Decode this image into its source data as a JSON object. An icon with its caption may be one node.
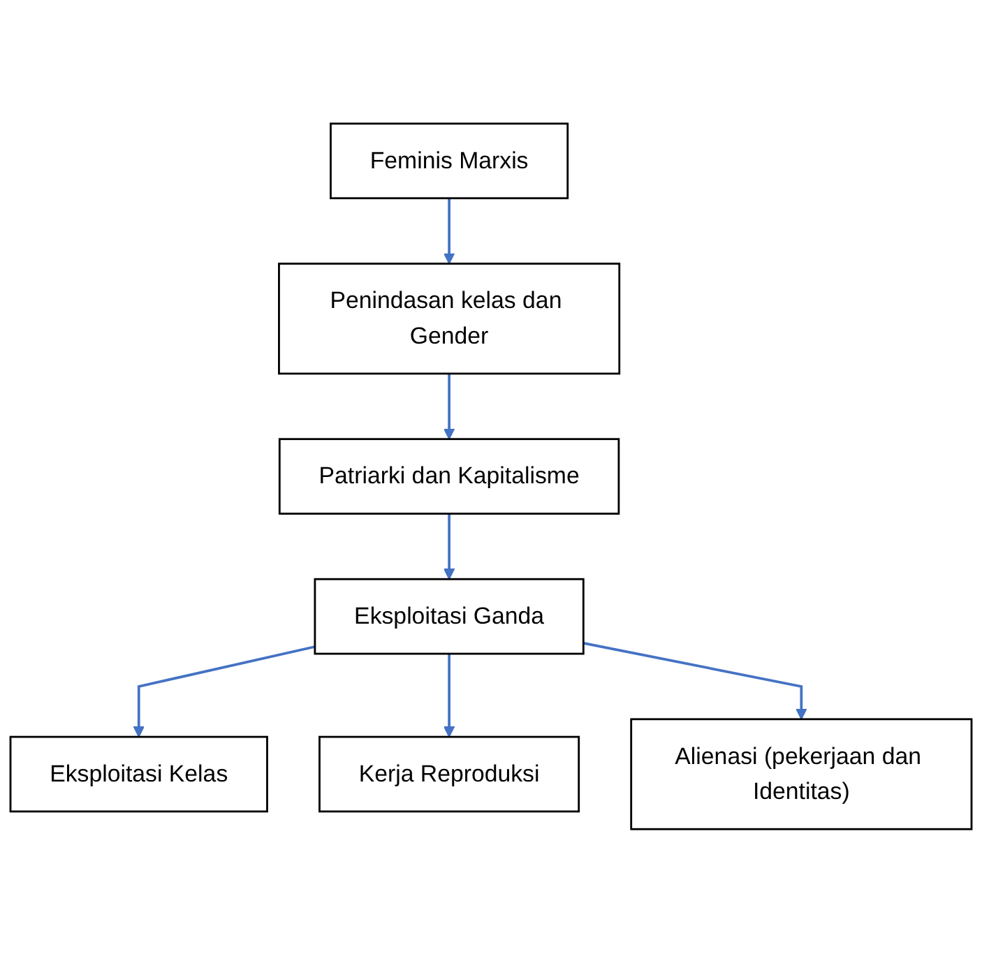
{
  "diagram": {
    "nodes": [
      {
        "text": [
          "Feminis Marxis"
        ]
      },
      {
        "text": [
          "Penindasan kelas dan Gender"
        ]
      },
      {
        "text": [
          "Patriarki dan Kapitalisme"
        ]
      },
      {
        "text": [
          "Eksploitasi Kelas"
        ]
      },
      {
        "text": [
          "Eksploitasi Ganda"
        ]
      },
      {
        "text": [
          "Kerja Reproduksi"
        ]
      },
      {
        "text": [
          "Alienasi (pekerjaan dan Identitas)"
        ]
      }
    ],
    "edges": [
      {
        "from": 0,
        "to": 1,
        "arrow": "to"
      },
      {
        "from": 1,
        "to": 2,
        "arrow": "to"
      },
      {
        "from": 2,
        "to": 4,
        "arrow": "to"
      },
      {
        "from": 4,
        "to": 3,
        "arrow": "to"
      },
      {
        "from": 4,
        "to": 5,
        "arrow": "to"
      },
      {
        "from": 4,
        "to": 6,
        "arrow": "to"
      }
    ]
  }
}
